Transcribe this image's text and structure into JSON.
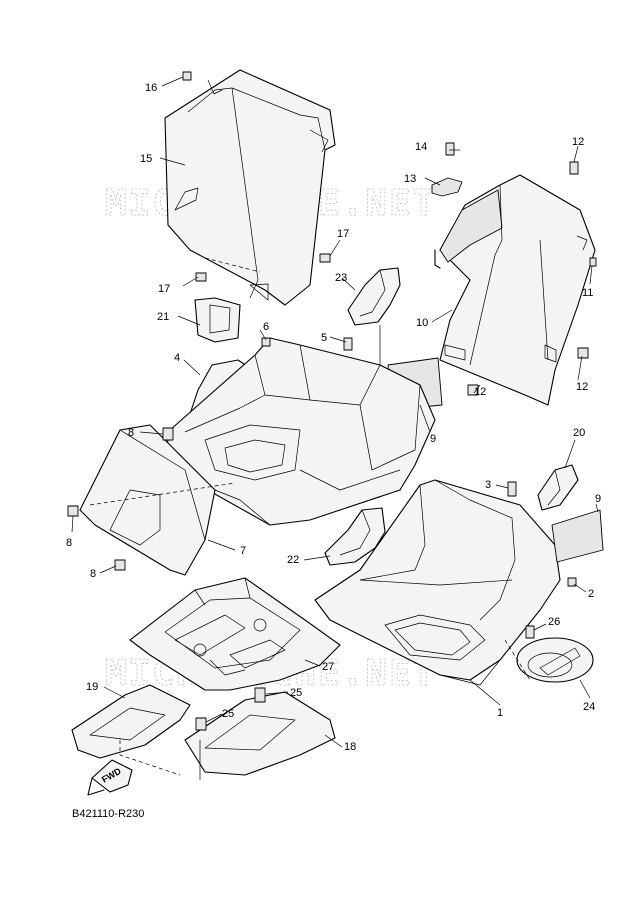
{
  "watermark": "MICROFICHE.NET",
  "diagram_code": "B421110-R230",
  "fwd_label": "FWD",
  "callouts": {
    "c1": "1",
    "c2": "2",
    "c3": "3",
    "c4": "4",
    "c5": "5",
    "c6": "6",
    "c7": "7",
    "c8a": "8",
    "c8b": "8",
    "c8c": "8",
    "c9a": "9",
    "c9b": "9",
    "c10": "10",
    "c11": "11",
    "c12a": "12",
    "c12b": "12",
    "c12c": "12",
    "c13": "13",
    "c14": "14",
    "c15": "15",
    "c16": "16",
    "c17a": "17",
    "c17b": "17",
    "c18": "18",
    "c19": "19",
    "c20": "20",
    "c21": "21",
    "c22": "22",
    "c23": "23",
    "c24": "24",
    "c25a": "25",
    "c25b": "25",
    "c26": "26",
    "c27": "27"
  }
}
